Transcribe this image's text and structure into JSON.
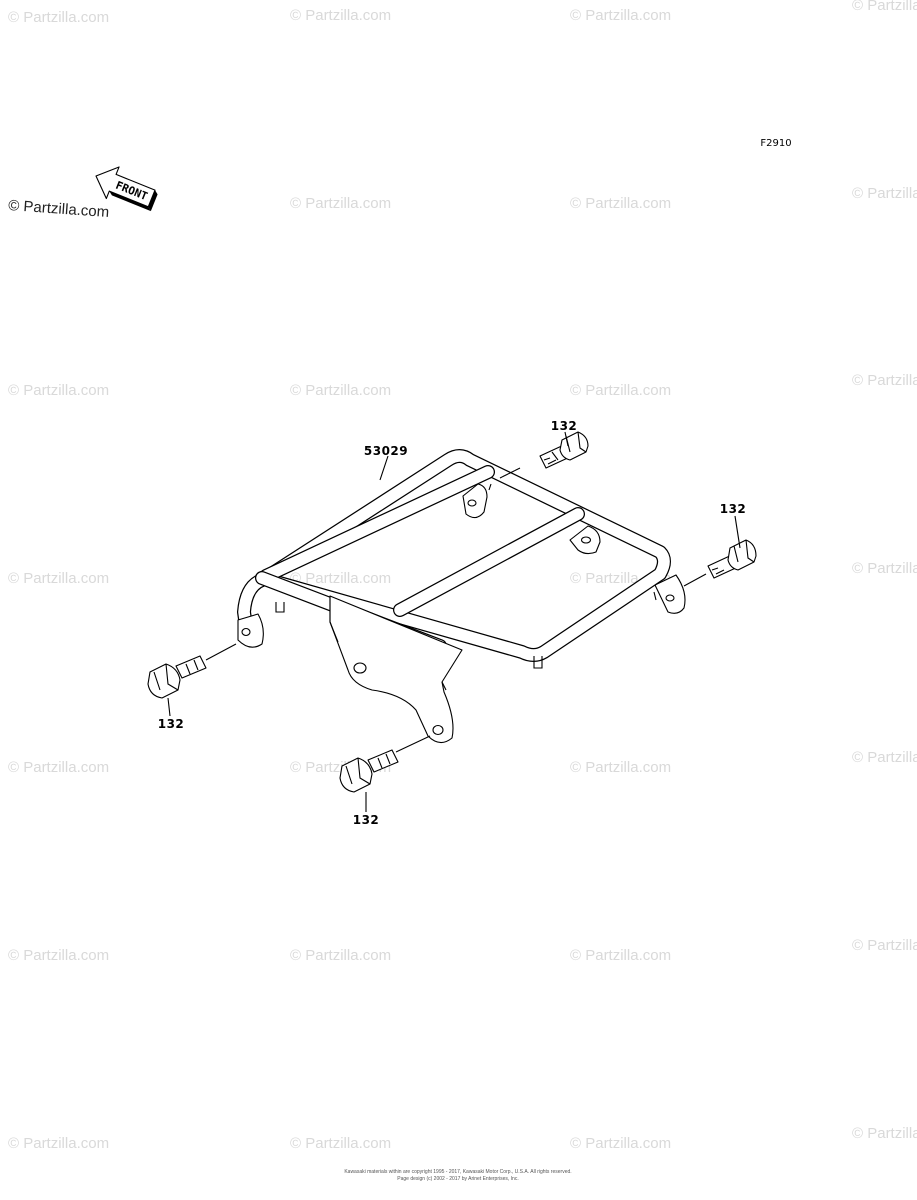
{
  "diagram_code": "F2910",
  "front_label": "FRONT",
  "watermark_text": "© Partzilla.com",
  "part_labels": {
    "carrier": "53029",
    "bolt_top": "132",
    "bolt_right": "132",
    "bolt_left": "132",
    "bolt_bottom": "132"
  },
  "copyright_line1": "Kawasaki materials within are copyright 1995 - 2017, Kawasaki Motor Corp., U.S.A. All rights reserved.",
  "copyright_line2": "Page design (c) 2002 - 2017 by Arinet Enterprises, Inc.",
  "colors": {
    "ink": "#000000",
    "watermark": "#d9d9d9"
  }
}
